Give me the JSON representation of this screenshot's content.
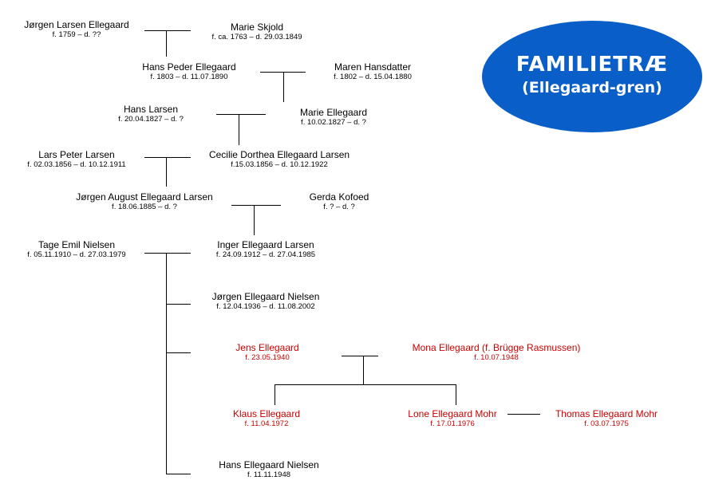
{
  "title": {
    "main": "FAMILIETRÆ",
    "sub": "(Ellegaard-gren)",
    "bg_color": "#0a5ec7"
  },
  "colors": {
    "line": "#000000",
    "red": "#cc0000"
  },
  "people": {
    "jorgen_larsen": {
      "name": "Jørgen Larsen Ellegaard",
      "dates": "f. 1759 – d. ??"
    },
    "marie_skjold": {
      "name": "Marie Skjold",
      "dates": "f. ca. 1763 – d. 29.03.1849"
    },
    "hans_peder": {
      "name": "Hans Peder Ellegaard",
      "dates": "f. 1803 – d. 11.07.1890"
    },
    "maren_hansdatter": {
      "name": "Maren Hansdatter",
      "dates": "f. 1802 – d. 15.04.1880"
    },
    "hans_larsen": {
      "name": "Hans Larsen",
      "dates": "f. 20.04.1827 – d. ?"
    },
    "marie_ellegaard": {
      "name": "Marie Ellegaard",
      "dates": "f. 10.02.1827 – d. ?"
    },
    "lars_peter": {
      "name": "Lars Peter Larsen",
      "dates": "f. 02.03.1856 – d. 10.12.1911"
    },
    "cecilie": {
      "name": "Cecilie Dorthea Ellegaard Larsen",
      "dates": "f.15.03.1856 – d. 10.12.1922"
    },
    "jorgen_august": {
      "name": "Jørgen August Ellegaard Larsen",
      "dates": "f. 18.06.1885 – d. ?"
    },
    "gerda": {
      "name": "Gerda Kofoed",
      "dates": "f. ? – d. ?"
    },
    "tage": {
      "name": "Tage Emil Nielsen",
      "dates": "f. 05.11.1910 – d. 27.03.1979"
    },
    "inger": {
      "name": "Inger Ellegaard Larsen",
      "dates": "f. 24.09.1912 – d. 27.04.1985"
    },
    "jorgen_en": {
      "name": "Jørgen Ellegaard Nielsen",
      "dates": "f. 12.04.1936 – d. 11.08.2002"
    },
    "jens": {
      "name": "Jens Ellegaard",
      "dates": "f. 23.05.1940"
    },
    "mona": {
      "name": "Mona Ellegaard (f. Brügge Rasmussen)",
      "dates": "f. 10.07.1948"
    },
    "klaus": {
      "name": "Klaus Ellegaard",
      "dates": "f. 11.04.1972"
    },
    "lone": {
      "name": "Lone Ellegaard Mohr",
      "dates": "f. 17.01.1976"
    },
    "thomas": {
      "name": "Thomas Ellegaard Mohr",
      "dates": "f. 03.07.1975"
    },
    "hans_en": {
      "name": "Hans Ellegaard Nielsen",
      "dates": "f. 11.11.1948"
    }
  }
}
